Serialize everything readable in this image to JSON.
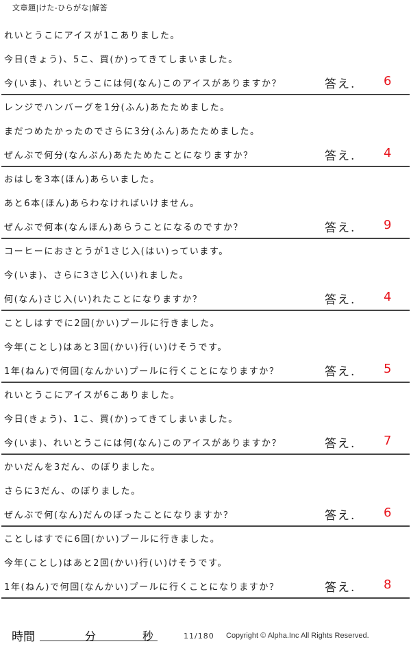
{
  "header": {
    "title": "文章題|けた-ひらがな|解答"
  },
  "answer_label": "答え.",
  "colors": {
    "answer": "#e8141c",
    "rule": "#444444",
    "text": "#222222"
  },
  "problems": [
    {
      "lines": [
        "れいとうこにアイスが1こありました。",
        "今日(きょう)、5こ、買(か)ってきてしまいました。",
        "今(いま)、れいとうこには何(なん)このアイスがありますか？"
      ],
      "answer": "6"
    },
    {
      "lines": [
        "レンジでハンバーグを1分(ふん)あたためました。",
        "まだつめたかったのでさらに3分(ふん)あたためました。",
        "ぜんぶで何分(なんぷん)あたためたことになりますか？"
      ],
      "answer": "4"
    },
    {
      "lines": [
        "おはしを3本(ほん)あらいました。",
        "あと6本(ほん)あらわなければいけません。",
        "ぜんぶで何本(なんほん)あらうことになるのですか？"
      ],
      "answer": "9"
    },
    {
      "lines": [
        "コーヒーにおさとうが1さじ入(はい)っています。",
        "今(いま)、さらに3さじ入(い)れました。",
        "何(なん)さじ入(い)れたことになりますか？"
      ],
      "answer": "4"
    },
    {
      "lines": [
        "ことしはすでに2回(かい)プールに行きました。",
        "今年(ことし)はあと3回(かい)行(い)けそうです。",
        "1年(ねん)で何回(なんかい)プールに行くことになりますか？"
      ],
      "answer": "5"
    },
    {
      "lines": [
        "れいとうこにアイスが6こありました。",
        "今日(きょう)、1こ、買(か)ってきてしまいました。",
        "今(いま)、れいとうこには何(なん)このアイスがありますか？"
      ],
      "answer": "7"
    },
    {
      "lines": [
        "かいだんを3だん、のぼりました。",
        "さらに3だん、のぼりました。",
        "ぜんぶで何(なん)だんのぼったことになりますか？"
      ],
      "answer": "6"
    },
    {
      "lines": [
        "ことしはすでに6回(かい)プールに行きました。",
        "今年(ことし)はあと2回(かい)行(い)けそうです。",
        "1年(ねん)で何回(なんかい)プールに行くことになりますか？"
      ],
      "answer": "8"
    }
  ],
  "footer": {
    "time_label": "時間",
    "minutes_label": "分",
    "seconds_label": "秒",
    "page_number": "11/180",
    "copyright": "Copyright ©  Alpha.Inc All Rights Reserved."
  }
}
